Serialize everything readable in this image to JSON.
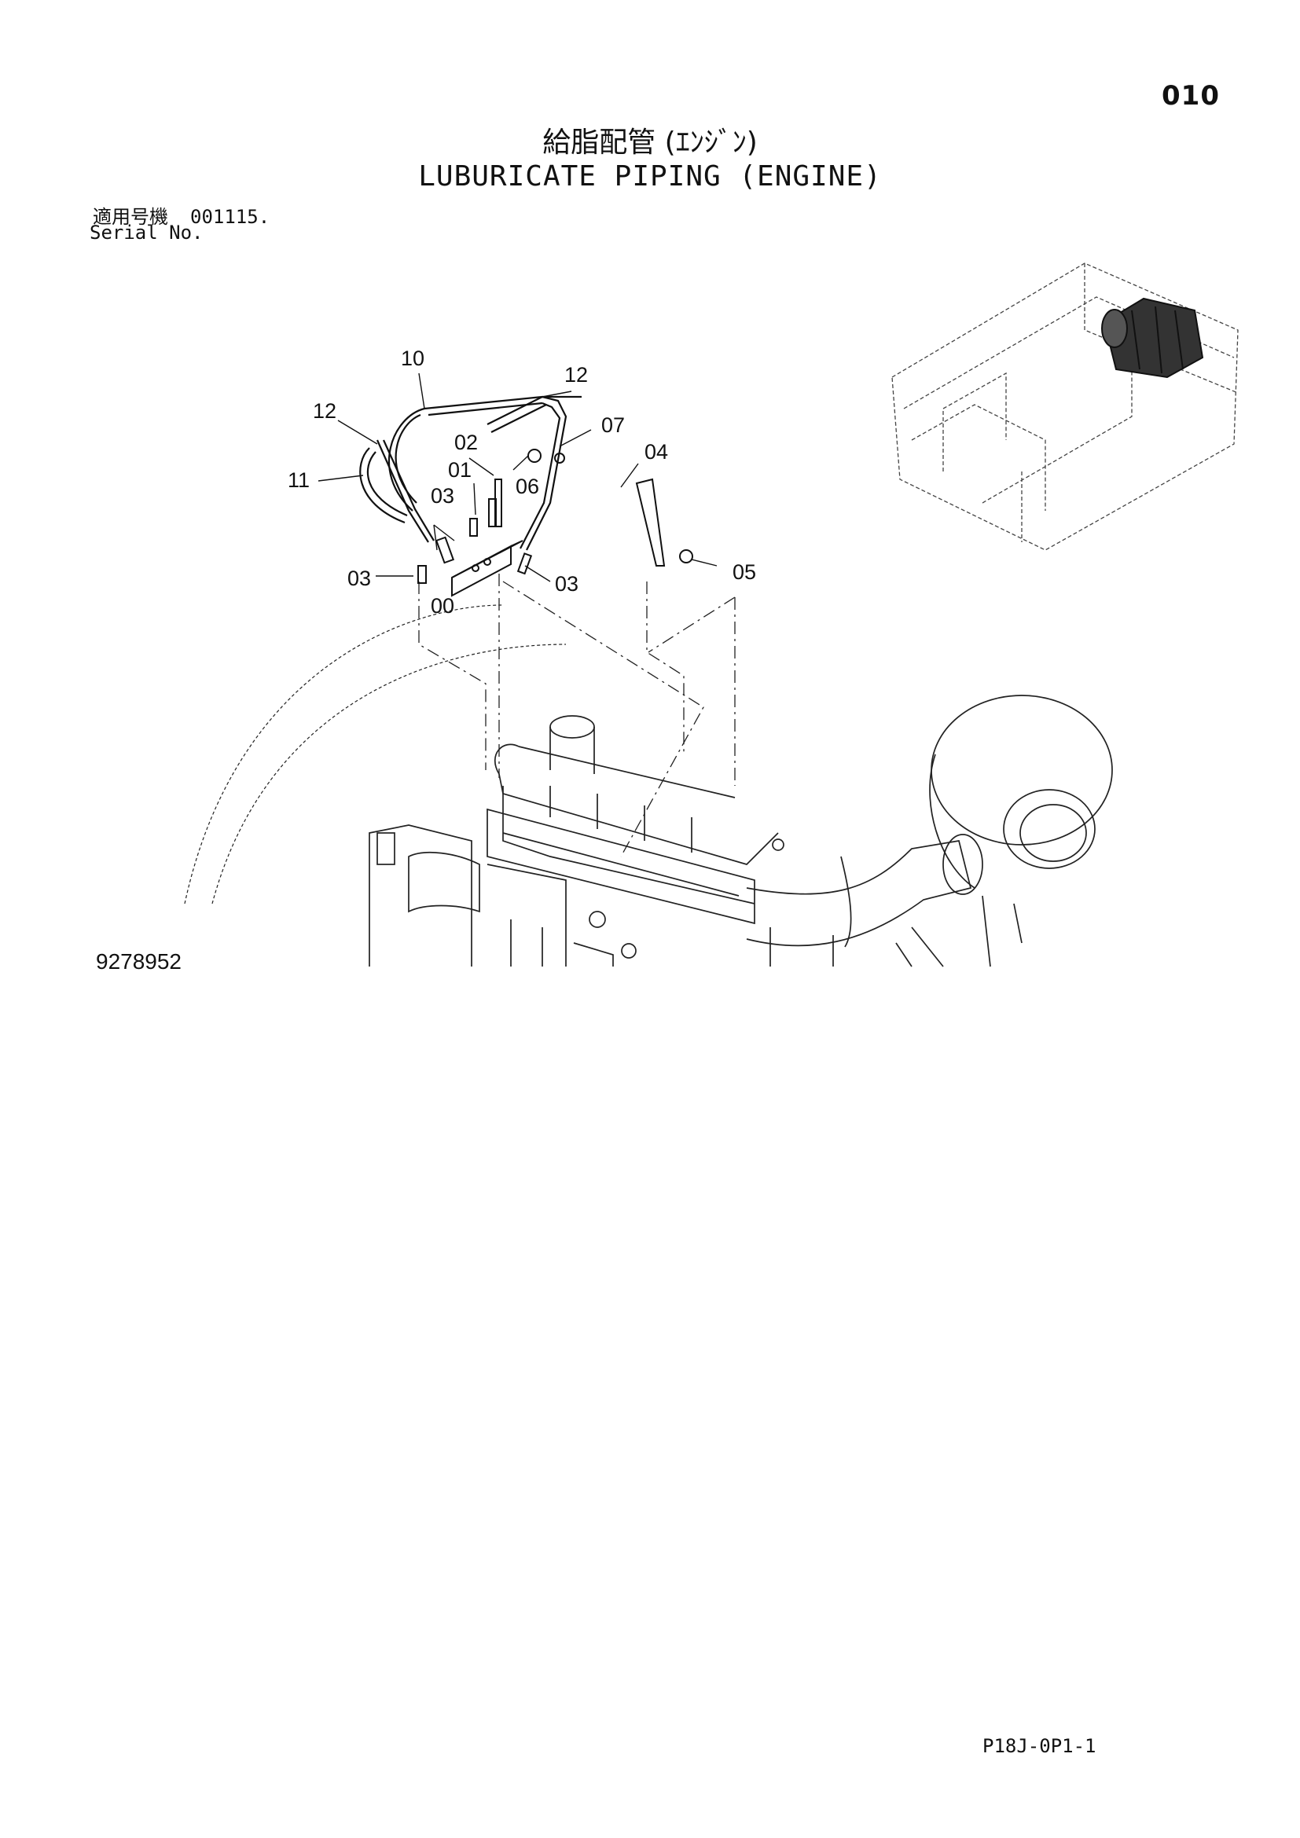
{
  "page_number": "010",
  "title_jp": "給脂配管 (ｴﾝｼﾞﾝ)",
  "title_en": "LUBURICATE PIPING (ENGINE)",
  "serial": {
    "label_jp": "適用号機",
    "value": "001115.",
    "label_en": "Serial No."
  },
  "diagram_id": "9278952",
  "page_code": "P18J-0P1-1",
  "callouts": [
    "10",
    "12",
    "12",
    "07",
    "11",
    "02",
    "01",
    "06",
    "04",
    "03",
    "03",
    "03",
    "05",
    "00"
  ]
}
